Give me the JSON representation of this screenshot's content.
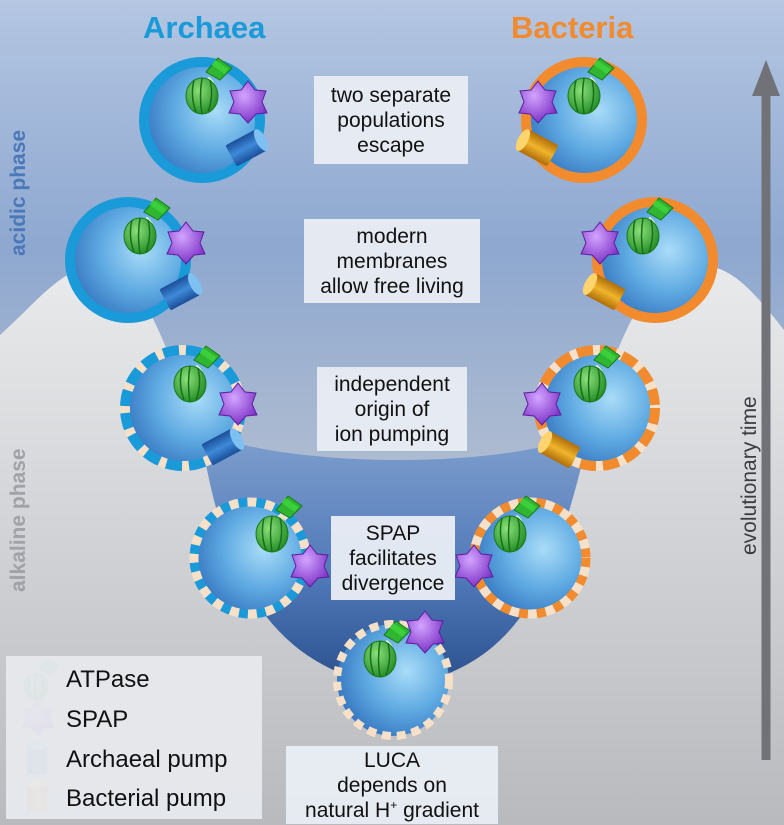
{
  "headers": {
    "archaea": "Archaea",
    "bacteria": "Bacteria"
  },
  "phases": {
    "acidic": "acidic phase",
    "alkaline": "alkaline phase"
  },
  "axis": {
    "evolutionary_time": "evolutionary time"
  },
  "stages": [
    {
      "text": "two separate\npopulations\nescape"
    },
    {
      "text": "modern\nmembranes\nallow free living"
    },
    {
      "text": "independent\norigin of\nion pumping"
    },
    {
      "text": "SPAP\nfacilitates\ndivergence"
    },
    {
      "text_lines": [
        "LUCA",
        "depends on"
      ],
      "gradient_prefix": "natural H",
      "gradient_sup": "+",
      "gradient_suffix": " gradient"
    }
  ],
  "legend": {
    "items": [
      {
        "label": "ATPase",
        "icon": "atpase-icon"
      },
      {
        "label": "SPAP",
        "icon": "spap-icon"
      },
      {
        "label": "Archaeal pump",
        "icon": "archaeal-pump-icon"
      },
      {
        "label": "Bacterial pump",
        "icon": "bacterial-pump-icon"
      }
    ]
  },
  "colors": {
    "archaea": "#1a9ad8",
    "bacteria": "#f28a2e",
    "phase_label": "#4a78b8",
    "alkaline_label": "#a0a2a8",
    "atpase": "#2fa82f",
    "spap": "#9a4fd8",
    "archaeal_pump": "#2e6fc2",
    "bacterial_pump": "#e3a21a",
    "cell": "#5aa2e0",
    "well": "#3f6aaa"
  }
}
